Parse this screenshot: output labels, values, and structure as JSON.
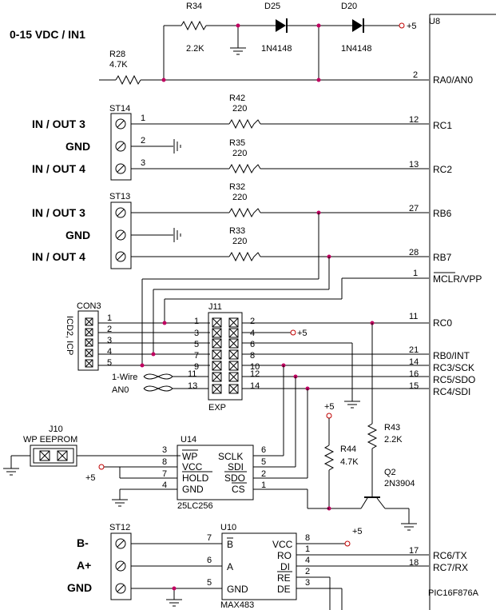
{
  "header": {
    "input_label": "0-15 VDC / IN1"
  },
  "mcu": {
    "ref": "U8",
    "part": "PIC16F876A",
    "pins": [
      {
        "num": "2",
        "name": "RA0/AN0"
      },
      {
        "num": "12",
        "name": "RC1"
      },
      {
        "num": "13",
        "name": "RC2"
      },
      {
        "num": "27",
        "name": "RB6"
      },
      {
        "num": "28",
        "name": "RB7"
      },
      {
        "num": "1",
        "name": "MCLR/VPP"
      },
      {
        "num": "11",
        "name": "RC0"
      },
      {
        "num": "21",
        "name": "RB0/INT"
      },
      {
        "num": "14",
        "name": "RC3/SCK"
      },
      {
        "num": "16",
        "name": "RC5/SDO"
      },
      {
        "num": "15",
        "name": "RC4/SDI"
      },
      {
        "num": "17",
        "name": "RC6/TX"
      },
      {
        "num": "18",
        "name": "RC7/RX"
      }
    ]
  },
  "components": {
    "r34": {
      "ref": "R34",
      "val": "2.2K"
    },
    "d25": {
      "ref": "D25",
      "val": "1N4148"
    },
    "d20": {
      "ref": "D20",
      "val": "1N4148"
    },
    "r28": {
      "ref": "R28",
      "val": "4.7K"
    },
    "r42": {
      "ref": "R42",
      "val": "220"
    },
    "r35": {
      "ref": "R35",
      "val": "220"
    },
    "r32": {
      "ref": "R32",
      "val": "220"
    },
    "r33": {
      "ref": "R33",
      "val": "220"
    },
    "r43": {
      "ref": "R43",
      "val": "2.2K"
    },
    "r44": {
      "ref": "R44",
      "val": "4.7K"
    },
    "q2": {
      "ref": "Q2",
      "val": "2N3904"
    },
    "plus5": "+5"
  },
  "st14": {
    "ref": "ST14",
    "labels": [
      "IN / OUT 3",
      "GND",
      "IN / OUT 4"
    ],
    "pins": [
      "1",
      "2",
      "3"
    ]
  },
  "st13": {
    "ref": "ST13",
    "labels": [
      "IN / OUT 3",
      "GND",
      "IN / OUT 4"
    ]
  },
  "st12": {
    "ref": "ST12",
    "labels": [
      "B-",
      "A+",
      "GND"
    ]
  },
  "con3": {
    "ref": "CON3",
    "side_label": "ICD2, ICP",
    "pins": [
      "1",
      "2",
      "3",
      "4",
      "5"
    ]
  },
  "j11": {
    "ref": "J11",
    "sub": "EXP",
    "left": [
      "1",
      "3",
      "5",
      "7",
      "9",
      "11",
      "13"
    ],
    "right": [
      "2",
      "4",
      "6",
      "8",
      "10",
      "12",
      "14"
    ]
  },
  "onewire": {
    "line1": "1-Wire",
    "line2": "AN0"
  },
  "j10": {
    "ref": "J10",
    "label": "WP EEPROM"
  },
  "u14": {
    "ref": "U14",
    "part": "25LC256",
    "lpins": [
      "3",
      "8",
      "7",
      "4"
    ],
    "lnames": [
      "WP",
      "VCC",
      "HOLD",
      "GND"
    ],
    "rnames": [
      "SCLK",
      "SDI",
      "SDO",
      "CS"
    ],
    "rpins": [
      "6",
      "5",
      "2",
      "1"
    ]
  },
  "u10": {
    "ref": "U10",
    "part": "MAX483",
    "lpins": [
      "7",
      "6",
      "5"
    ],
    "lnames": [
      "B",
      "A",
      "GND"
    ],
    "rnames": [
      "VCC",
      "RO",
      "DI",
      "RE",
      "DE"
    ],
    "rpins": [
      "8",
      "1",
      "4",
      "2",
      "3"
    ]
  }
}
